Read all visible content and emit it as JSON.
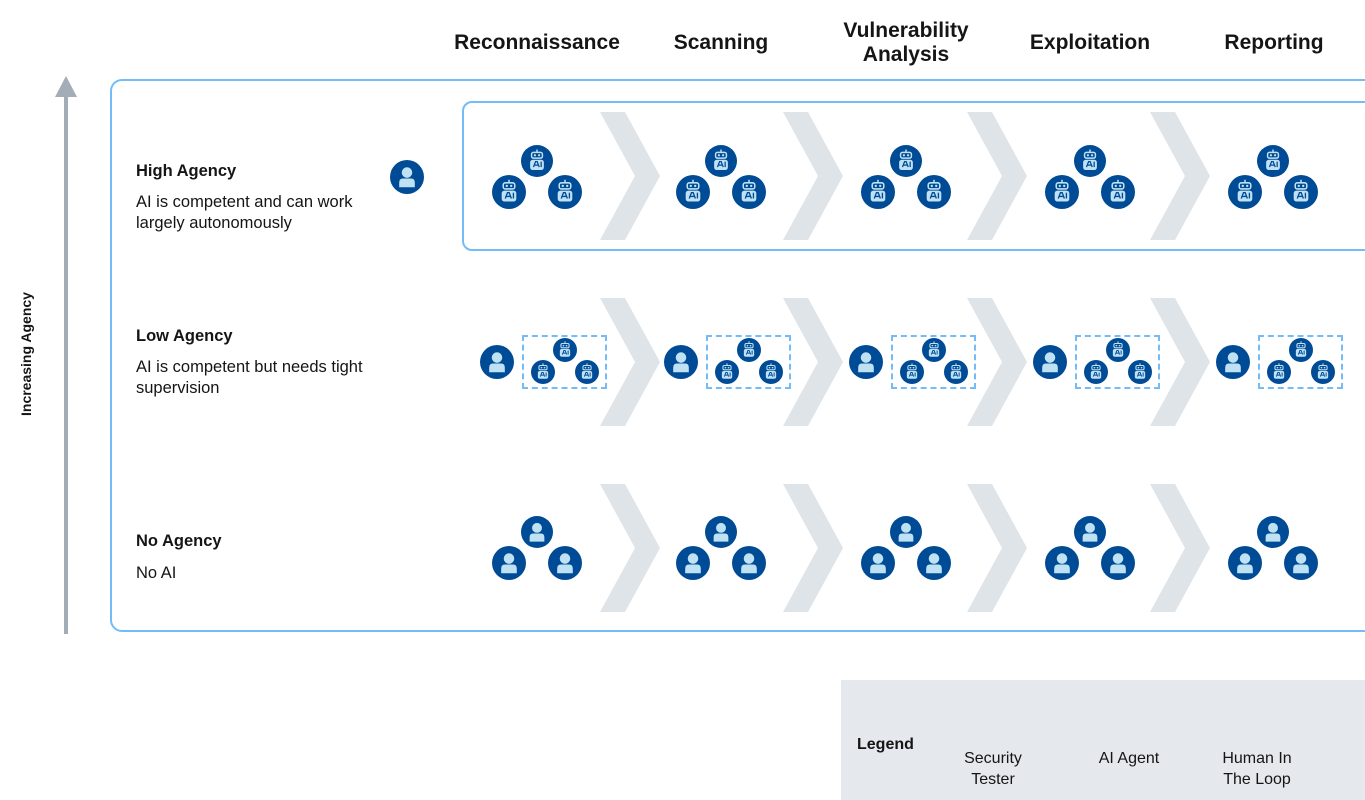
{
  "stages": [
    "Reconnaissance",
    "Scanning",
    "Vulnerability Analysis",
    "Exploitation",
    "Reporting"
  ],
  "axis_label": "Increasing Agency",
  "rows": [
    {
      "title": "High Agency",
      "description": "AI is competent and can work largely autonomously"
    },
    {
      "title": "Low Agency",
      "description": "AI is competent but needs tight supervision"
    },
    {
      "title": "No Agency",
      "description": "No AI"
    }
  ],
  "legend": {
    "title": "Legend",
    "items": [
      {
        "label": "Security Tester",
        "icon": "security-tester-icon"
      },
      {
        "label": "AI Agent",
        "icon": "ai-agent-icon"
      },
      {
        "label": "Human In The Loop",
        "icon": "human-in-the-loop-icon"
      }
    ]
  },
  "colors": {
    "icon_navy": "#004b95",
    "icon_light": "#bee1f4",
    "frame_blue": "#73bcf7",
    "chevron_gray": "#dfe4e8",
    "legend_bg": "#e5e8ec"
  }
}
